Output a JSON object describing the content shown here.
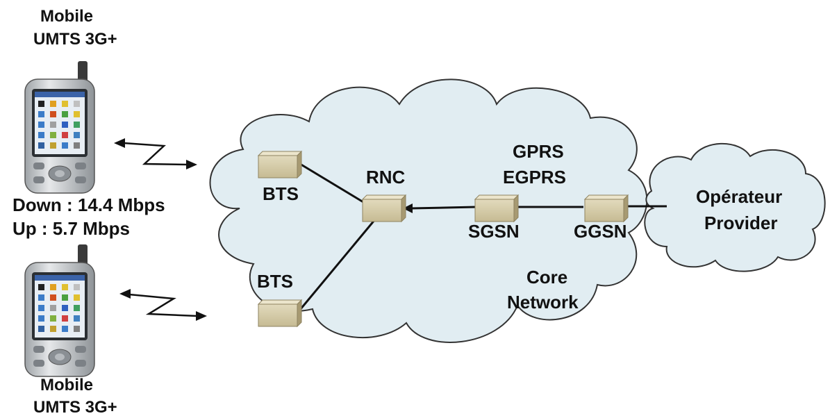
{
  "mobiles": [
    {
      "label_line1": "Mobile",
      "label_line2": "UMTS 3G+"
    },
    {
      "label_line1": "Mobile",
      "label_line2": "UMTS 3G+"
    }
  ],
  "speeds": {
    "down": "Down : 14.4 Mbps",
    "up": "Up : 5.7 Mbps"
  },
  "nodes": {
    "bts_top": "BTS",
    "bts_bottom": "BTS",
    "rnc": "RNC",
    "sgsn": "SGSN",
    "ggsn": "GGSN"
  },
  "gprs": {
    "line1": "GPRS",
    "line2": "EGPRS"
  },
  "core_network": {
    "line1": "Core",
    "line2": "Network"
  },
  "provider": {
    "line1": "Opérateur",
    "line2": "Provider"
  },
  "colors": {
    "cloud_fill": "#e1edf2",
    "cloud_stroke": "#333333",
    "node_fill": "#d8cfae",
    "node_dark": "#a79a72",
    "link": "#111111",
    "phone_body": "#c9cdd0",
    "phone_screen": "#dfe7ef"
  }
}
